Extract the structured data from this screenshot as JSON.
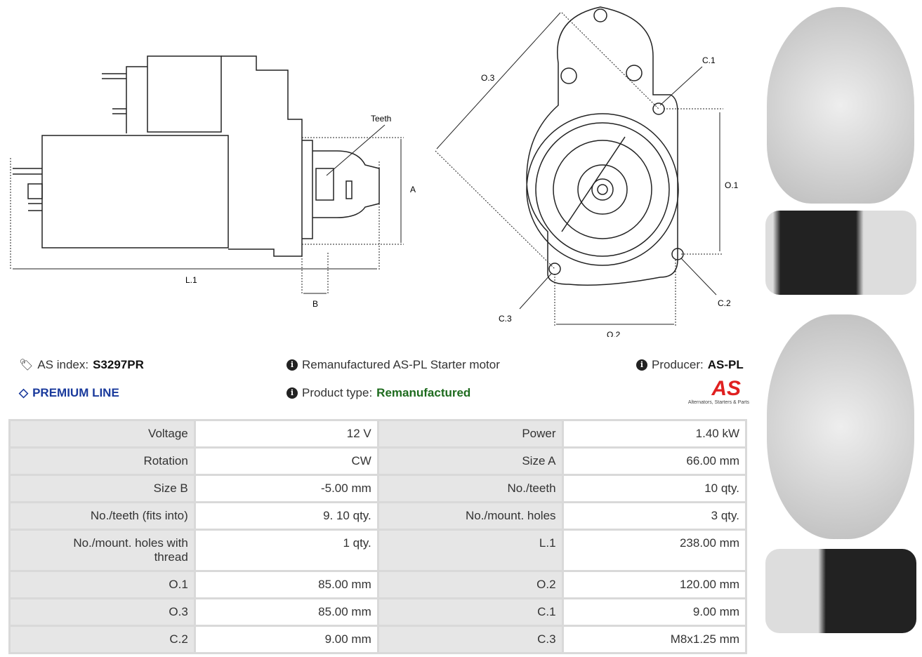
{
  "diagram": {
    "teeth": "Teeth",
    "a": "A",
    "b": "B",
    "l1": "L.1",
    "o1": "O.1",
    "o2": "O.2",
    "o3": "O.3",
    "c1": "C.1",
    "c2": "C.2",
    "c3": "C.3"
  },
  "info": {
    "as_index_label": "AS index:",
    "as_index": "S3297PR",
    "premium": "PREMIUM LINE",
    "description": "Remanufactured AS-PL Starter motor",
    "product_type_label": "Product type:",
    "product_type": "Remanufactured",
    "producer_label": "Producer:",
    "producer": "AS-PL",
    "logo_text": "AS",
    "logo_tagline": "Alternators, Starters & Parts"
  },
  "colors": {
    "premium": "#1a3a9c",
    "product_type": "#1e6b1e",
    "logo": "#e02020"
  },
  "specs": [
    [
      "Voltage",
      "12 V",
      "Power",
      "1.40 kW"
    ],
    [
      "Rotation",
      "CW",
      "Size A",
      "66.00 mm"
    ],
    [
      "Size B",
      "-5.00 mm",
      "No./teeth",
      "10 qty."
    ],
    [
      "No./teeth (fits into)",
      "9. 10 qty.",
      "No./mount. holes",
      "3 qty."
    ],
    [
      "No./mount. holes with thread",
      "1 qty.",
      "L.1",
      "238.00 mm"
    ],
    [
      "O.1",
      "85.00 mm",
      "O.2",
      "120.00 mm"
    ],
    [
      "O.3",
      "85.00 mm",
      "C.1",
      "9.00 mm"
    ],
    [
      "C.2",
      "9.00 mm",
      "C.3",
      "M8x1.25 mm"
    ]
  ]
}
